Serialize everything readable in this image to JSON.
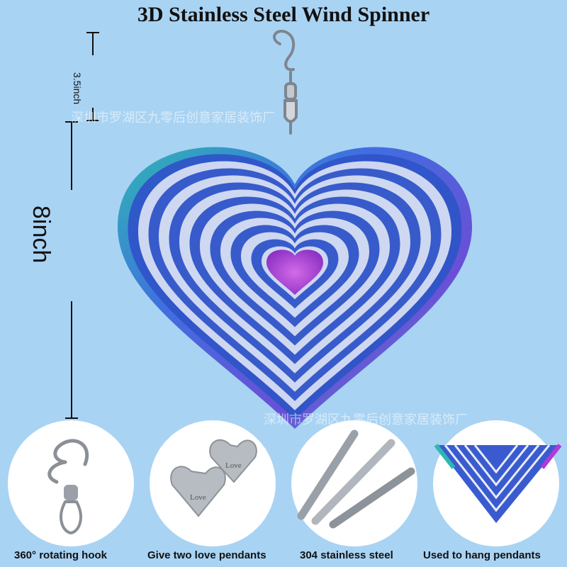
{
  "title": "3D Stainless Steel Wind Spinner",
  "watermark": "深圳市罗湖区九零后创意家居装饰厂",
  "dimensions": {
    "hook_length": "3.5inch",
    "heart_height": "8inch"
  },
  "features": [
    {
      "caption": "360° rotating hook",
      "icon": "swivel-hook-icon"
    },
    {
      "caption": "Give two love pendants",
      "icon": "love-pendants-icon"
    },
    {
      "caption": "304 stainless steel",
      "icon": "steel-rods-icon"
    },
    {
      "caption": "Used to hang pendants",
      "icon": "heart-detail-icon"
    }
  ],
  "pendant_text": "Love",
  "colors": {
    "background": "#a9d3f3",
    "blue": "#2f54c8",
    "purple": "#b23ad6",
    "teal": "#2fb7b3"
  }
}
